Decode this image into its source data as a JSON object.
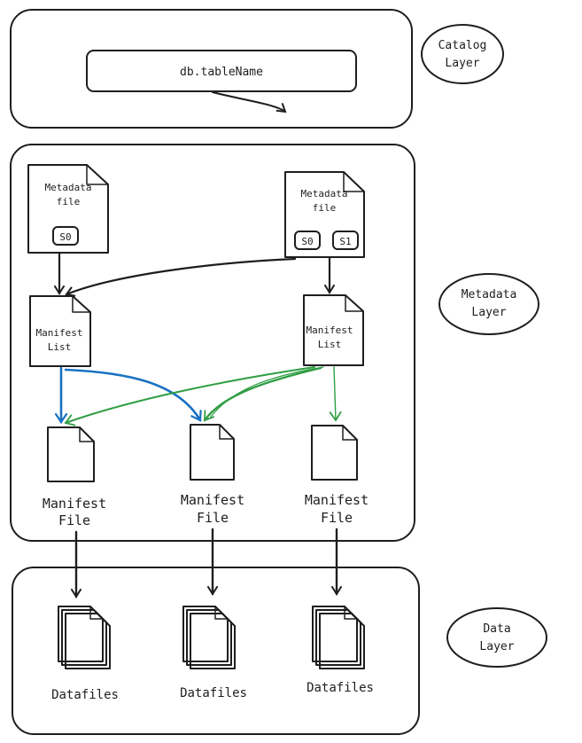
{
  "catalog": {
    "layer_label_line1": "Catalog",
    "layer_label_line2": "Layer",
    "table_name": "db.tableName"
  },
  "metadata": {
    "layer_label_line1": "Metadata",
    "layer_label_line2": "Layer",
    "files": [
      {
        "line1": "Metadata",
        "line2": "file",
        "snapshots": [
          "S0"
        ]
      },
      {
        "line1": "Metadata",
        "line2": "file",
        "snapshots": [
          "S0",
          "S1"
        ]
      }
    ],
    "manifest_lists": [
      {
        "line1": "Manifest",
        "line2": "List"
      },
      {
        "line1": "Manifest",
        "line2": "List"
      }
    ],
    "manifest_files": [
      {
        "line1": "Manifest",
        "line2": "File"
      },
      {
        "line1": "Manifest",
        "line2": "File"
      },
      {
        "line1": "Manifest",
        "line2": "File"
      }
    ]
  },
  "data": {
    "layer_label_line1": "Data",
    "layer_label_line2": "Layer",
    "datafiles": [
      "Datafiles",
      "Datafiles",
      "Datafiles"
    ]
  },
  "colors": {
    "ink": "#1e1e1e",
    "blue_arrow": "#1971c2",
    "green_arrow": "#2f9e44"
  }
}
